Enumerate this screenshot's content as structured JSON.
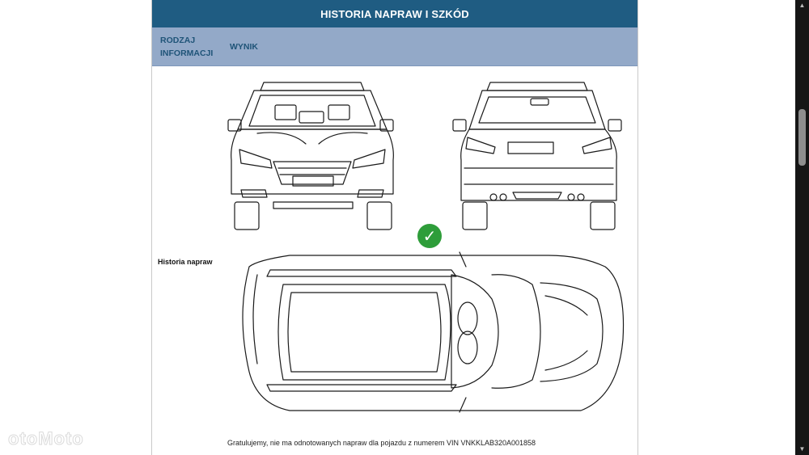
{
  "header": {
    "title": "HISTORIA NAPRAW I SZKÓD"
  },
  "columns": {
    "type_label": "RODZAJ INFORMACJI",
    "result_label": "WYNIK"
  },
  "row": {
    "label": "Historia napraw",
    "status_icon": "check-circle-icon",
    "status_color": "#2e9d3a",
    "result_text": "Gratulujemy, nie ma odnotowanych napraw dla pojazdu z numerem VIN VNKKLAB320A001858"
  },
  "watermark": "otoMoto",
  "colors": {
    "header_bg": "#1f5c82",
    "subheader_bg": "#93a9c8"
  }
}
